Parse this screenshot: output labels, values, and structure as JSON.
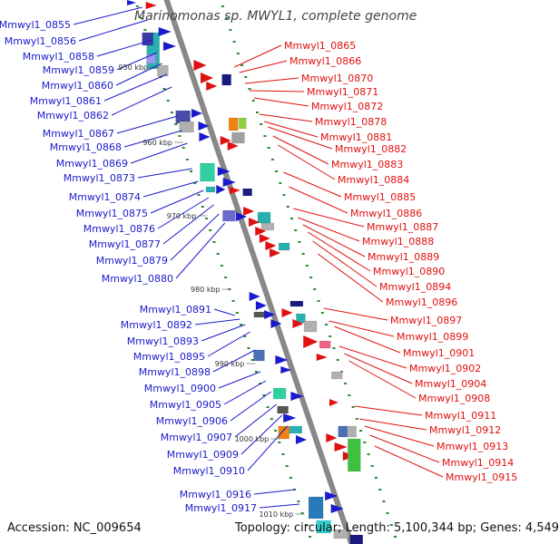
{
  "title": "Marinomonas sp. MWYL1, complete genome",
  "footer": {
    "accession": "Accession: NC_009654",
    "stats": "Topology: circular; Length: 5,100,344 bp; Genes: 4,549"
  },
  "colors": {
    "left_labels": "#1a1acc",
    "right_labels": "#e01010",
    "backbone": "#888888",
    "tick_marks": "#2a8a2a"
  },
  "scale_ticks": [
    "950 kbp",
    "960 kbp",
    "970 kbp",
    "980 kbp",
    "990 kbp",
    "1000 kbp",
    "1010 kbp"
  ],
  "left_genes": [
    "Mmwyl1_0855",
    "Mmwyl1_0856",
    "Mmwyl1_0858",
    "Mmwyl1_0859",
    "Mmwyl1_0860",
    "Mmwyl1_0861",
    "Mmwyl1_0862",
    "Mmwyl1_0867",
    "Mmwyl1_0868",
    "Mmwyl1_0869",
    "Mmwyl1_0873",
    "Mmwyl1_0874",
    "Mmwyl1_0875",
    "Mmwyl1_0876",
    "Mmwyl1_0877",
    "Mmwyl1_0879",
    "Mmwyl1_0880",
    "Mmwyl1_0891",
    "Mmwyl1_0892",
    "Mmwyl1_0893",
    "Mmwyl1_0895",
    "Mmwyl1_0898",
    "Mmwyl1_0900",
    "Mmwyl1_0905",
    "Mmwyl1_0906",
    "Mmwyl1_0907",
    "Mmwyl1_0909",
    "Mmwyl1_0910",
    "Mmwyl1_0916",
    "Mmwyl1_0917"
  ],
  "right_genes": [
    "Mmwyl1_0865",
    "Mmwyl1_0866",
    "Mmwyl1_0870",
    "Mmwyl1_0871",
    "Mmwyl1_0872",
    "Mmwyl1_0878",
    "Mmwyl1_0881",
    "Mmwyl1_0882",
    "Mmwyl1_0883",
    "Mmwyl1_0884",
    "Mmwyl1_0885",
    "Mmwyl1_0886",
    "Mmwyl1_0887",
    "Mmwyl1_0888",
    "Mmwyl1_0889",
    "Mmwyl1_0890",
    "Mmwyl1_0894",
    "Mmwyl1_0896",
    "Mmwyl1_0897",
    "Mmwyl1_0899",
    "Mmwyl1_0901",
    "Mmwyl1_0902",
    "Mmwyl1_0904",
    "Mmwyl1_0908",
    "Mmwyl1_0911",
    "Mmwyl1_0912",
    "Mmwyl1_0913",
    "Mmwyl1_0914",
    "Mmwyl1_0915"
  ]
}
